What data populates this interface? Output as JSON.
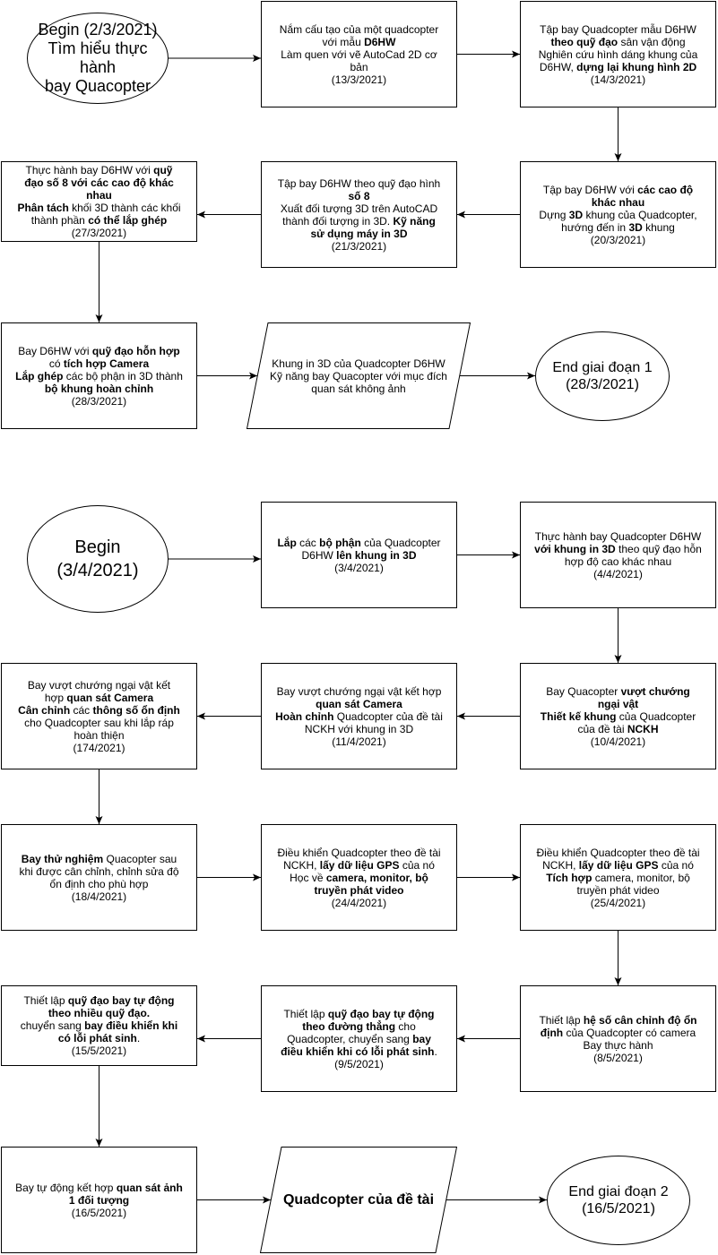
{
  "diagram": {
    "nodes": [
      {
        "id": "n1",
        "shape": "ellipse",
        "font": 18,
        "lines": [
          [
            {
              "t": "Begin (2/3/2021)"
            }
          ],
          [
            {
              "t": "Tìm hiểu thực hành"
            }
          ],
          [
            {
              "t": "bay Quacopter"
            }
          ]
        ]
      },
      {
        "id": "n2",
        "shape": "box",
        "lines": [
          [
            {
              "t": "Nắm cấu tạo của một quadcopter"
            }
          ],
          [
            {
              "t": "với mẫu "
            },
            {
              "t": "D6HW",
              "b": true
            }
          ],
          [
            {
              "t": "Làm quen với vẽ AutoCad 2D cơ"
            }
          ],
          [
            {
              "t": "bản"
            }
          ],
          [
            {
              "t": "(13/3/2021)"
            }
          ]
        ]
      },
      {
        "id": "n3",
        "shape": "box",
        "lines": [
          [
            {
              "t": "Tập bay Quadcopter mẫu D6HW"
            }
          ],
          [
            {
              "t": "theo quỹ đạo",
              "b": true
            },
            {
              "t": " sân vận động"
            }
          ],
          [
            {
              "t": "Nghiên cứu hình dáng khung của"
            }
          ],
          [
            {
              "t": "D6HW, "
            },
            {
              "t": "dựng lại khung hình 2D",
              "b": true
            }
          ],
          [
            {
              "t": "(14/3/2021)"
            }
          ]
        ]
      },
      {
        "id": "n4",
        "shape": "box",
        "lines": [
          [
            {
              "t": "Tập bay D6HW với "
            },
            {
              "t": "các cao độ",
              "b": true
            }
          ],
          [
            {
              "t": "khác nhau",
              "b": true
            }
          ],
          [
            {
              "t": "Dựng "
            },
            {
              "t": "3D",
              "b": true
            },
            {
              "t": " khung của Quadcopter,"
            }
          ],
          [
            {
              "t": "hướng đến in "
            },
            {
              "t": "3D",
              "b": true
            },
            {
              "t": " khung"
            }
          ],
          [
            {
              "t": "(20/3/2021)"
            }
          ]
        ]
      },
      {
        "id": "n5",
        "shape": "box",
        "lines": [
          [
            {
              "t": "Tập bay D6HW theo quỹ đạo hình"
            }
          ],
          [
            {
              "t": "số 8",
              "b": true
            }
          ],
          [
            {
              "t": "Xuất đối tượng 3D trên AutoCAD"
            }
          ],
          [
            {
              "t": "thành đối tượng in 3D. "
            },
            {
              "t": "Kỹ năng",
              "b": true
            }
          ],
          [
            {
              "t": "sử dụng máy in 3D",
              "b": true
            }
          ],
          [
            {
              "t": "(21/3/2021)"
            }
          ]
        ]
      },
      {
        "id": "n6",
        "shape": "box",
        "lines": [
          [
            {
              "t": "Thực hành bay D6HW với "
            },
            {
              "t": "quỹ",
              "b": true
            }
          ],
          [
            {
              "t": "đạo số 8 với các cao độ khác",
              "b": true
            }
          ],
          [
            {
              "t": "nhau",
              "b": true
            }
          ],
          [
            {
              "t": "Phân tách",
              "b": true
            },
            {
              "t": " khối 3D thành các khối"
            }
          ],
          [
            {
              "t": "thành phần "
            },
            {
              "t": "có thể lắp ghép",
              "b": true
            }
          ],
          [
            {
              "t": "(27/3/2021)"
            }
          ]
        ]
      },
      {
        "id": "n7",
        "shape": "box",
        "lines": [
          [
            {
              "t": "Bay D6HW với "
            },
            {
              "t": "quỹ đạo hỗn hợp",
              "b": true
            }
          ],
          [
            {
              "t": "có "
            },
            {
              "t": "tích hợp Camera",
              "b": true
            }
          ],
          [
            {
              "t": "Lắp ghép",
              "b": true
            },
            {
              "t": " các bộ phận in 3D thành"
            }
          ],
          [
            {
              "t": "bộ khung hoàn chỉnh",
              "b": true
            }
          ],
          [
            {
              "t": "(28/3/2021)"
            }
          ]
        ]
      },
      {
        "id": "n8",
        "shape": "parallelogram",
        "lines": [
          [
            {
              "t": "Khung in 3D của Quadcopter D6HW"
            }
          ],
          [
            {
              "t": "Kỹ năng bay Quacopter với mục đích"
            }
          ],
          [
            {
              "t": "quan sát không ảnh"
            }
          ]
        ]
      },
      {
        "id": "n9",
        "shape": "ellipse",
        "font": 16,
        "lines": [
          [
            {
              "t": "End giai đoạn 1"
            }
          ],
          [
            {
              "t": "(28/3/2021)"
            }
          ]
        ]
      },
      {
        "id": "n10",
        "shape": "ellipse",
        "font": 20,
        "lh": 26,
        "lines": [
          [
            {
              "t": "Begin"
            }
          ],
          [
            {
              "t": "(3/4/2021)"
            }
          ]
        ]
      },
      {
        "id": "n11",
        "shape": "box",
        "lines": [
          [
            {
              "t": "Lắp",
              "b": true
            },
            {
              "t": " các "
            },
            {
              "t": "bộ phận",
              "b": true
            },
            {
              "t": " của Quadcopter"
            }
          ],
          [
            {
              "t": "D6HW "
            },
            {
              "t": "lên khung in 3D",
              "b": true
            }
          ],
          [
            {
              "t": "(3/4/2021)"
            }
          ]
        ]
      },
      {
        "id": "n12",
        "shape": "box",
        "lines": [
          [
            {
              "t": "Thực hành bay Quadcopter D6HW"
            }
          ],
          [
            {
              "t": "với khung in 3D",
              "b": true
            },
            {
              "t": " theo quỹ đạo hỗn"
            }
          ],
          [
            {
              "t": "hợp độ cao khác nhau"
            }
          ],
          [
            {
              "t": "(4/4/2021)"
            }
          ]
        ]
      },
      {
        "id": "n13",
        "shape": "box",
        "lines": [
          [
            {
              "t": "Bay Quacopter "
            },
            {
              "t": "vượt chướng",
              "b": true
            }
          ],
          [
            {
              "t": "ngại vật",
              "b": true
            }
          ],
          [
            {
              "t": "Thiết kế khung",
              "b": true
            },
            {
              "t": " của Quadcopter"
            }
          ],
          [
            {
              "t": "của đề tài "
            },
            {
              "t": "NCKH",
              "b": true
            }
          ],
          [
            {
              "t": "(10/4/2021)"
            }
          ]
        ]
      },
      {
        "id": "n14",
        "shape": "box",
        "lines": [
          [
            {
              "t": "Bay vượt chướng ngại vật kết hợp"
            }
          ],
          [
            {
              "t": "quan sát Camera",
              "b": true
            }
          ],
          [
            {
              "t": "Hoàn chỉnh",
              "b": true
            },
            {
              "t": " Quadcopter của đề tài"
            }
          ],
          [
            {
              "t": "NCKH với khung in 3D"
            }
          ],
          [
            {
              "t": "(11/4/2021)"
            }
          ]
        ]
      },
      {
        "id": "n15",
        "shape": "box",
        "lines": [
          [
            {
              "t": "Bay vượt chướng ngại vật kết"
            }
          ],
          [
            {
              "t": "hợp "
            },
            {
              "t": "quan sát Camera",
              "b": true
            }
          ],
          [
            {
              "t": "Cân chỉnh",
              "b": true
            },
            {
              "t": " các "
            },
            {
              "t": "thông số ổn định",
              "b": true
            }
          ],
          [
            {
              "t": "cho Quadcopter sau khi lắp ráp"
            }
          ],
          [
            {
              "t": "hoàn thiện"
            }
          ],
          [
            {
              "t": "(174/2021)"
            }
          ]
        ]
      },
      {
        "id": "n16",
        "shape": "box",
        "lines": [
          [
            {
              "t": "Bay thử nghiệm",
              "b": true
            },
            {
              "t": " Quacopter sau"
            }
          ],
          [
            {
              "t": "khi được cân chỉnh, chỉnh sửa độ"
            }
          ],
          [
            {
              "t": "ổn định cho phù hợp"
            }
          ],
          [
            {
              "t": "(18/4/2021)"
            }
          ]
        ]
      },
      {
        "id": "n17",
        "shape": "box",
        "lines": [
          [
            {
              "t": "Điều khiển Quadcopter theo đề tài"
            }
          ],
          [
            {
              "t": "NCKH, "
            },
            {
              "t": "lấy dữ liệu GPS",
              "b": true
            },
            {
              "t": " của nó"
            }
          ],
          [
            {
              "t": "Học về "
            },
            {
              "t": "camera, monitor, bộ",
              "b": true
            }
          ],
          [
            {
              "t": "truyền phát video",
              "b": true
            }
          ],
          [
            {
              "t": "(24/4/2021)"
            }
          ]
        ]
      },
      {
        "id": "n18",
        "shape": "box",
        "lines": [
          [
            {
              "t": "Điều khiển Quadcopter theo đề tài"
            }
          ],
          [
            {
              "t": "NCKH, "
            },
            {
              "t": "lấy dữ liệu GPS",
              "b": true
            },
            {
              "t": " của nó"
            }
          ],
          [
            {
              "t": "Tích hợp",
              "b": true
            },
            {
              "t": " camera, monitor, bộ"
            }
          ],
          [
            {
              "t": "truyền phát video"
            }
          ],
          [
            {
              "t": "(25/4/2021)"
            }
          ]
        ]
      },
      {
        "id": "n19",
        "shape": "box",
        "lines": [
          [
            {
              "t": "Thiết lập "
            },
            {
              "t": "hệ số cân chỉnh độ ổn",
              "b": true
            }
          ],
          [
            {
              "t": "định",
              "b": true
            },
            {
              "t": " của Quadcopter có camera"
            }
          ],
          [
            {
              "t": "Bay thực hành"
            }
          ],
          [
            {
              "t": "(8/5/2021)"
            }
          ]
        ]
      },
      {
        "id": "n20",
        "shape": "box",
        "lines": [
          [
            {
              "t": "Thiết lập "
            },
            {
              "t": "quỹ đạo bay tự động",
              "b": true
            }
          ],
          [
            {
              "t": "theo đường thẳng",
              "b": true
            },
            {
              "t": " cho"
            }
          ],
          [
            {
              "t": "Quadcopter, chuyển sang "
            },
            {
              "t": "bay",
              "b": true
            }
          ],
          [
            {
              "t": "điều khiển khi có lỗi phát sinh",
              "b": true
            },
            {
              "t": "."
            }
          ],
          [
            {
              "t": "(9/5/2021)"
            }
          ]
        ]
      },
      {
        "id": "n21",
        "shape": "box",
        "lines": [
          [
            {
              "t": "Thiết lập "
            },
            {
              "t": "quỹ đạo bay tự động",
              "b": true
            }
          ],
          [
            {
              "t": "theo nhiều quỹ đạo.",
              "b": true
            }
          ],
          [
            {
              "t": "chuyển sang "
            },
            {
              "t": "bay điều khiển khi",
              "b": true
            }
          ],
          [
            {
              "t": "có lỗi phát sinh",
              "b": true
            },
            {
              "t": "."
            }
          ],
          [
            {
              "t": "(15/5/2021)"
            }
          ]
        ]
      },
      {
        "id": "n22",
        "shape": "box",
        "lines": [
          [
            {
              "t": "Bay tự động kết hợp "
            },
            {
              "t": "quan sát ảnh",
              "b": true
            }
          ],
          [
            {
              "t": "1 đối tượng",
              "b": true
            }
          ],
          [
            {
              "t": "(16/5/2021)"
            }
          ]
        ]
      },
      {
        "id": "n23",
        "shape": "parallelogram",
        "font": 16,
        "lines": [
          [
            {
              "t": "Quadcopter của đề tài",
              "b": true
            }
          ]
        ]
      },
      {
        "id": "n24",
        "shape": "ellipse",
        "font": 16,
        "lines": [
          [
            {
              "t": "End giai đoạn 2"
            }
          ],
          [
            {
              "t": "(16/5/2021)"
            }
          ]
        ]
      }
    ],
    "edges": [
      [
        "n1",
        "n2"
      ],
      [
        "n2",
        "n3"
      ],
      [
        "n3",
        "n4"
      ],
      [
        "n4",
        "n5"
      ],
      [
        "n5",
        "n6"
      ],
      [
        "n6",
        "n7"
      ],
      [
        "n7",
        "n8"
      ],
      [
        "n8",
        "n9"
      ],
      [
        "n10",
        "n11"
      ],
      [
        "n11",
        "n12"
      ],
      [
        "n12",
        "n13"
      ],
      [
        "n13",
        "n14"
      ],
      [
        "n14",
        "n15"
      ],
      [
        "n15",
        "n16"
      ],
      [
        "n16",
        "n17"
      ],
      [
        "n17",
        "n18"
      ],
      [
        "n18",
        "n19"
      ],
      [
        "n19",
        "n20"
      ],
      [
        "n20",
        "n21"
      ],
      [
        "n21",
        "n22"
      ],
      [
        "n22",
        "n23"
      ],
      [
        "n23",
        "n24"
      ]
    ]
  }
}
